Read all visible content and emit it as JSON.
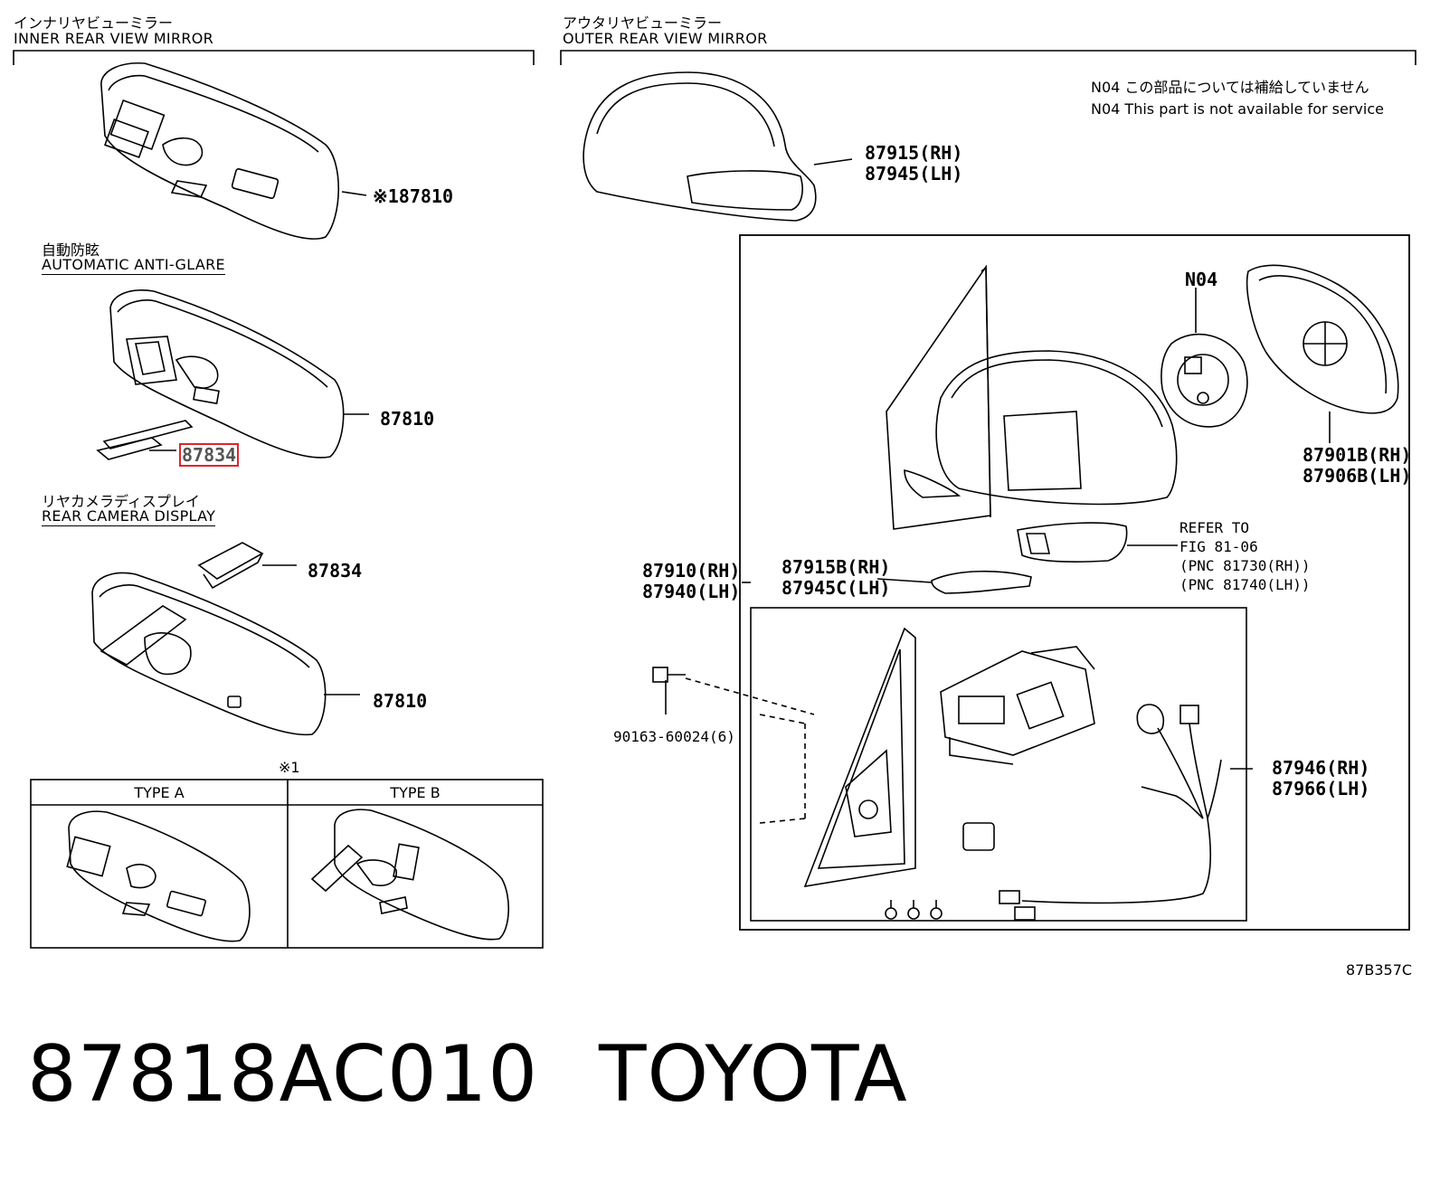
{
  "sections": {
    "inner_ja": "インナリヤビューミラー",
    "inner_en": "INNER REAR VIEW MIRROR",
    "outer_ja": "アウタリヤビューミラー",
    "outer_en": "OUTER REAR VIEW MIRROR",
    "antiglare_ja": "自動防眩",
    "antiglare_en": "AUTOMATIC ANTI-GLARE",
    "camera_ja": "リヤカメラディスプレイ",
    "camera_en": "REAR CAMERA DISPLAY"
  },
  "notes": {
    "n04_ja": "N04 この部品については補給していません",
    "n04_en": "N04 This part is not available for service",
    "asterisk_note": "※1",
    "type_a": "TYPE A",
    "type_b": "TYPE B",
    "refer_1": "REFER TO",
    "refer_2": "FIG 81-06",
    "refer_3": "(PNC 81730(RH))",
    "refer_4": "(PNC 81740(LH))",
    "fig_code": "87B357C"
  },
  "parts": {
    "p87810_a": "※187810",
    "p87810_b": "87810",
    "p87834_hl": "87834",
    "p87834": "87834",
    "p87810_c": "87810",
    "p87915": "87915(RH)",
    "p87945": "87945(LH)",
    "n04": "N04",
    "p87901b": "87901B(RH)",
    "p87906b": "87906B(LH)",
    "p87910": "87910(RH)",
    "p87940": "87940(LH)",
    "p87915b": "87915B(RH)",
    "p87945c": "87945C(LH)",
    "p90163": "90163-60024(6)",
    "p87946": "87946(RH)",
    "p87966": "87966(LH)"
  },
  "footer": {
    "part_number": "87818AC010",
    "brand": "TOYOTA"
  },
  "colors": {
    "highlight": "#e0242b",
    "line": "#000000"
  }
}
